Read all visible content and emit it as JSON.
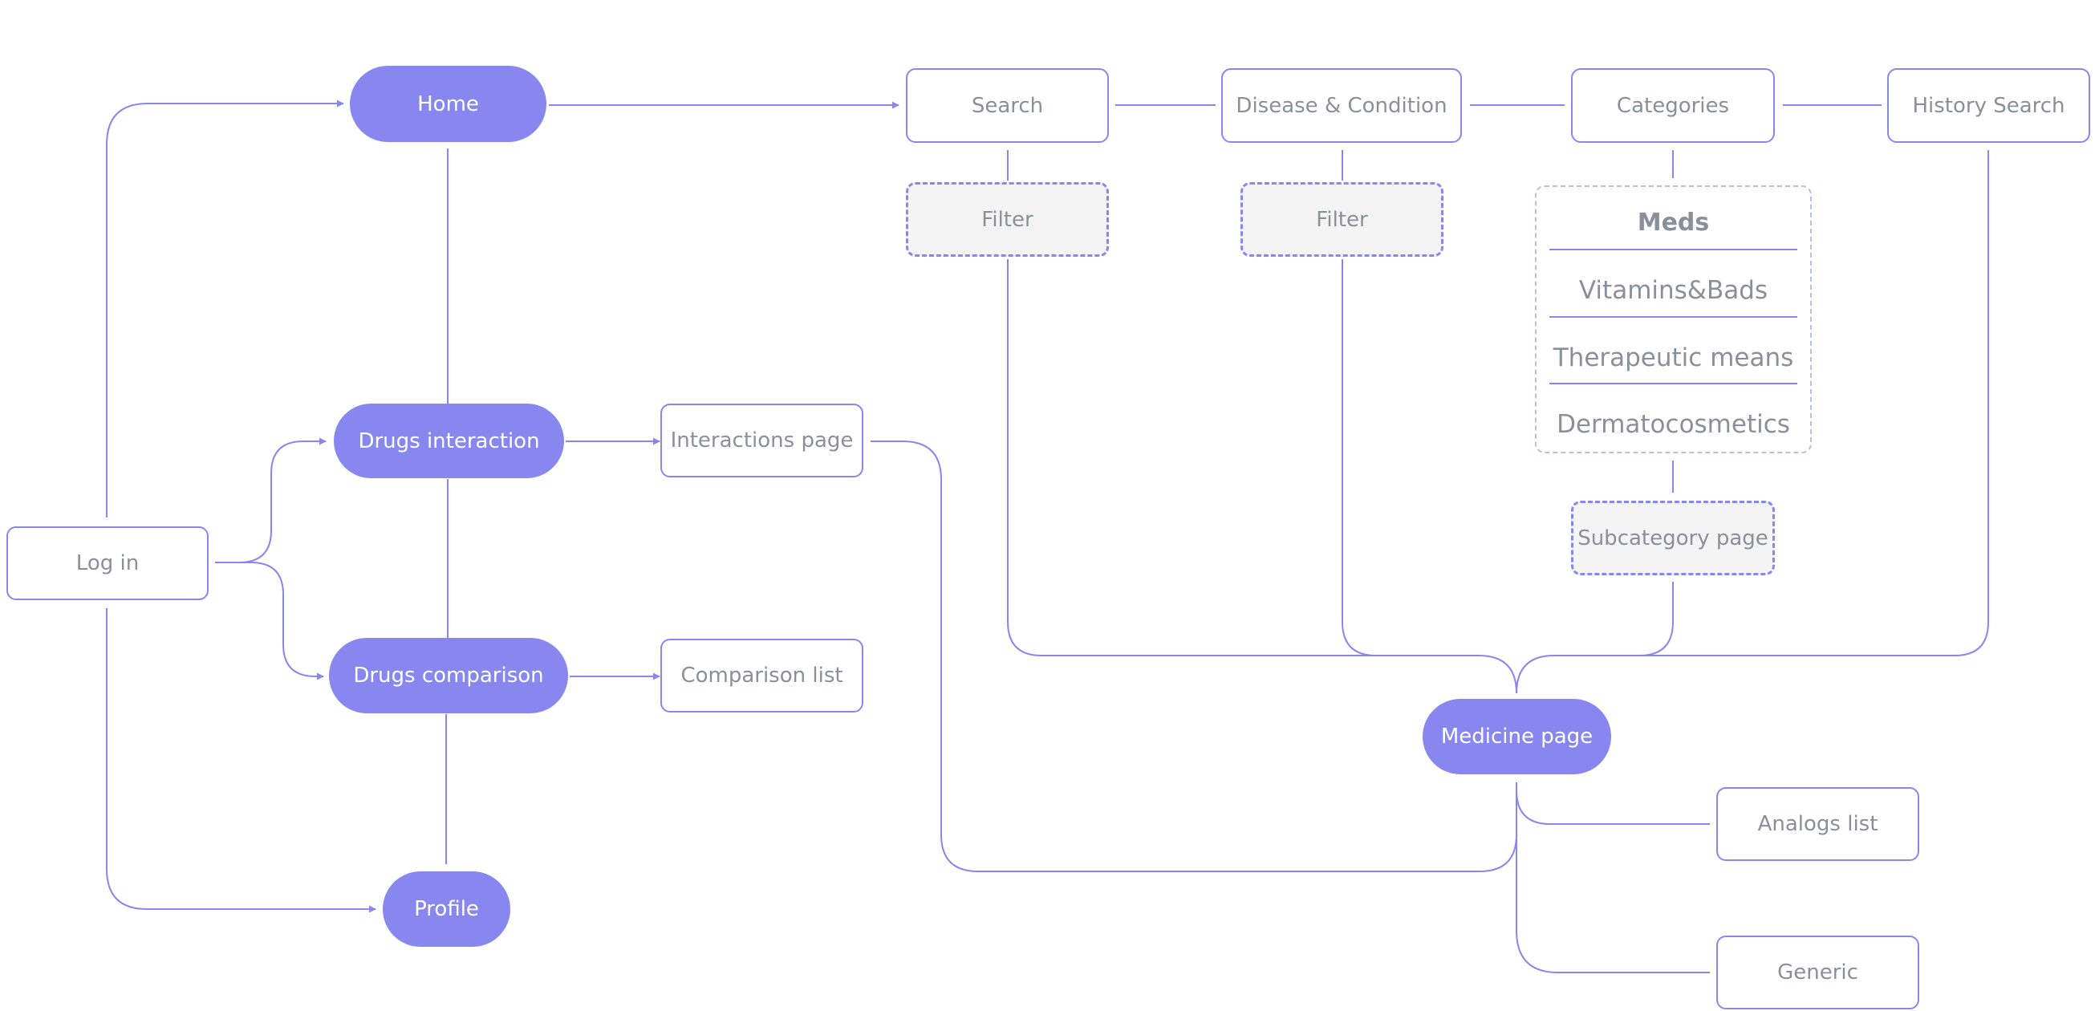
{
  "colors": {
    "accent": "#8787ef",
    "text": "#8a8f9c",
    "background": "#ffffff",
    "dashed_fill": "#f4f4f4"
  },
  "nodes": {
    "home": "Home",
    "drugs_interaction": "Drugs interaction",
    "drugs_comparison": "Drugs comparison",
    "profile": "Profile",
    "log_in": "Log in",
    "interactions_page": "Interactions page",
    "comparison_list": "Comparison list",
    "search": "Search",
    "disease_condition": "Disease & Condition",
    "categories": "Categories",
    "history_search": "History Search",
    "filter_search": "Filter",
    "filter_disease": "Filter",
    "subcategory_page": "Subcategory page",
    "medicine_page": "Medicine page",
    "analogs_list": "Analogs list",
    "generic": "Generic"
  },
  "category_items": [
    "Meds",
    "Vitamins&Bads",
    "Therapeutic means",
    "Dermatocosmetics"
  ]
}
